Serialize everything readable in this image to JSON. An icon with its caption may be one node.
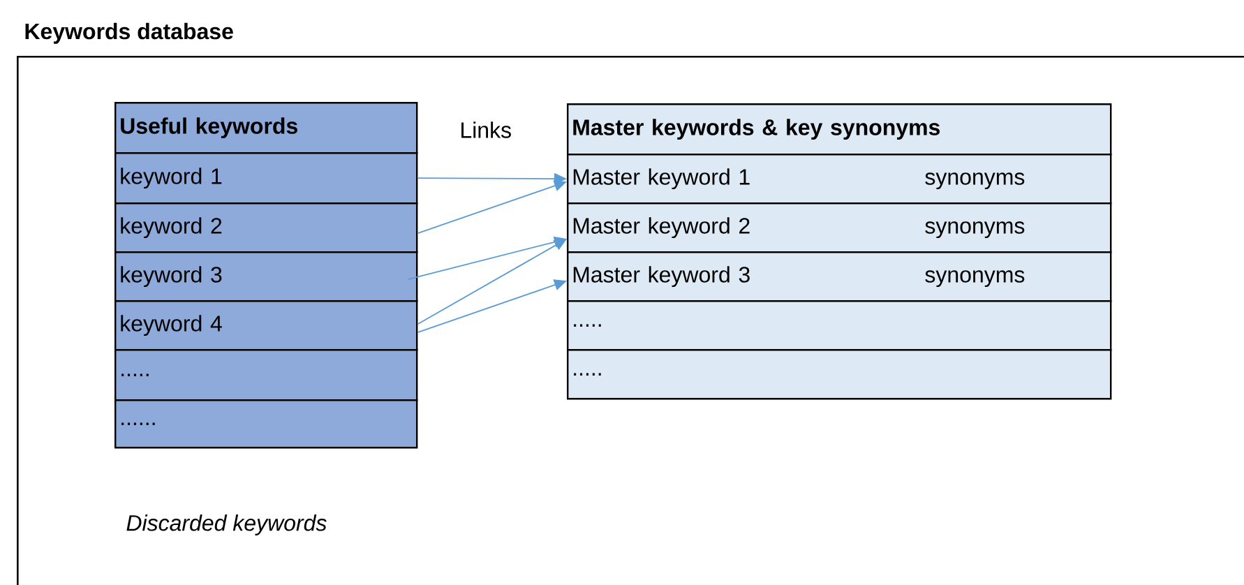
{
  "diagram": {
    "nodes": [
      {
        "text": [
          "Keywords database"
        ]
      },
      {
        "text": [
          "Useful keywords"
        ],
        "in": 0
      },
      {
        "text": [
          "keyword 1"
        ],
        "in": 0
      },
      {
        "text": [
          "keyword 2"
        ],
        "in": 0
      },
      {
        "text": [
          "keyword 3"
        ],
        "in": 0
      },
      {
        "text": [
          "keyword 4"
        ],
        "in": 0
      },
      {
        "text": [
          "....."
        ],
        "in": 0
      },
      {
        "text": [
          "......"
        ],
        "in": 0
      },
      {
        "text": [
          "Master keywords & key synonyms"
        ],
        "in": 0
      },
      {
        "text": [
          "Master keyword 1",
          "synonyms"
        ],
        "in": 0
      },
      {
        "text": [
          "Master keyword 2",
          "synonyms"
        ],
        "in": 0
      },
      {
        "text": [
          "Master keyword 3",
          "synonyms"
        ],
        "in": 0
      },
      {
        "text": [
          "....."
        ],
        "in": 0
      },
      {
        "text": [
          "....."
        ],
        "in": 0
      }
    ],
    "edges": [
      {
        "from": 2,
        "to": 9,
        "arrow": "to",
        "color": "#5b9bd5"
      },
      {
        "from": 3,
        "to": 9,
        "arrow": "to",
        "color": "#5b9bd5"
      },
      {
        "from": 4,
        "to": 10,
        "arrow": "to",
        "color": "#5b9bd5"
      },
      {
        "from": 5,
        "to": 10,
        "arrow": "to",
        "color": "#5b9bd5"
      },
      {
        "from": 5,
        "to": 11,
        "arrow": "to",
        "color": "#5b9bd5"
      }
    ],
    "labels": [
      "Links",
      "Discarded keywords"
    ]
  }
}
